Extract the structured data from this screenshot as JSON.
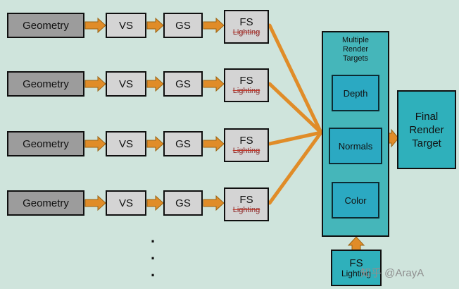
{
  "rows": [
    {
      "geometry": "Geometry",
      "vs": "VS",
      "gs": "GS",
      "fs": "FS",
      "fs_lighting": "Lighting"
    },
    {
      "geometry": "Geometry",
      "vs": "VS",
      "gs": "GS",
      "fs": "FS",
      "fs_lighting": "Lighting"
    },
    {
      "geometry": "Geometry",
      "vs": "VS",
      "gs": "GS",
      "fs": "FS",
      "fs_lighting": "Lighting"
    },
    {
      "geometry": "Geometry",
      "vs": "VS",
      "gs": "GS",
      "fs": "FS",
      "fs_lighting": "Lighting"
    }
  ],
  "mrt": {
    "title": "Multiple Render Targets",
    "targets": {
      "depth": "Depth",
      "normals": "Normals",
      "color": "Color"
    }
  },
  "final_target": "Final Render Target",
  "fs_lighting_box": {
    "title": "FS",
    "sub": "Lighting"
  },
  "ellipsis": ".",
  "watermark": "知乎 @ArayA",
  "colors": {
    "background": "#cfe4dc",
    "geometry_fill": "#9c9c9c",
    "stage_fill": "#d4d4d4",
    "teal_outer": "#45b6ba",
    "teal_inner": "#2ba9c2",
    "arrow_orange": "#e08c28",
    "strike_red": "#c0392b"
  }
}
